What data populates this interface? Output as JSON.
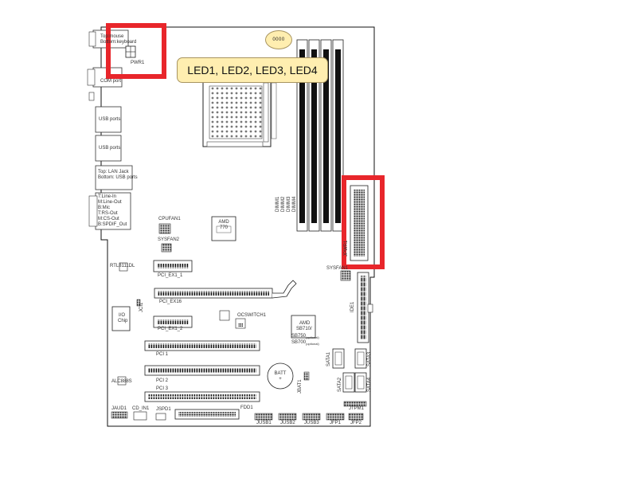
{
  "highlight_color": "#e8262b",
  "callout_bg": "#ffeeb0",
  "callout": {
    "text": "LED1, LED2, LED3, LED4",
    "pin_label": "0000"
  },
  "labels": {
    "top_mouse": "Top:mouse",
    "bottom_keyboard": "Bottom:keyboard",
    "pwr1": "PWR1",
    "com_port": "COM port",
    "usb_ports_1": "USB ports",
    "usb_ports_2": "USB ports",
    "lan_usb": "Top: LAN Jack\nBottom: USB ports",
    "audio": "T:Line-In\nM:Line-Out\nB:Mic\nT:RS-Out\nM:CS-Out\nB:SPDIF_Out",
    "cpufan1": "CPUFAN1",
    "sysfan2": "SYSFAN2",
    "amd770": "AMD\n770",
    "dimms": [
      "DIMM1",
      "DIMM2",
      "DIMM3",
      "DIMM4"
    ],
    "sysfan1": "SYSFAN1",
    "rtl": "RTL8111DL",
    "pciex1_1": "PCI_EX1_1",
    "pciex16": "PCI_EX16",
    "pciex1_2": "PCI_EX1_2",
    "jci1": "JCI1",
    "io_chip": "I/O\nChip",
    "ocswitch": "OCSWITCH1",
    "sb_amd": "AMD",
    "sb_main": "SB710/",
    "sb750": "SB750",
    "sb750_opt": "(optional)",
    "sb700": "SB700",
    "sb700_opt": "(optional)",
    "pci1": "PCI 1",
    "pci2": "PCI 2",
    "pci3": "PCI 3",
    "alc": "ALC888S",
    "batt": "BATT\n+",
    "jbat1": "JBAT1",
    "sata1": "SATA1",
    "sata2": "SATA2",
    "sata3": "SATA3",
    "sata4": "SATA4",
    "ide1": "IDE1",
    "jtpm1": "JTPM1",
    "jaud1": "JAUD1",
    "cd_in1": "CD_IN1",
    "jspd1": "JSPD1",
    "fdd1": "FDD1",
    "jusb1": "JUSB1",
    "jusb2": "JUSB2",
    "jusb3": "JUSB3",
    "jfp1": "JFP1",
    "jfp2": "JFP2",
    "jpwr2": "JPWR1"
  }
}
